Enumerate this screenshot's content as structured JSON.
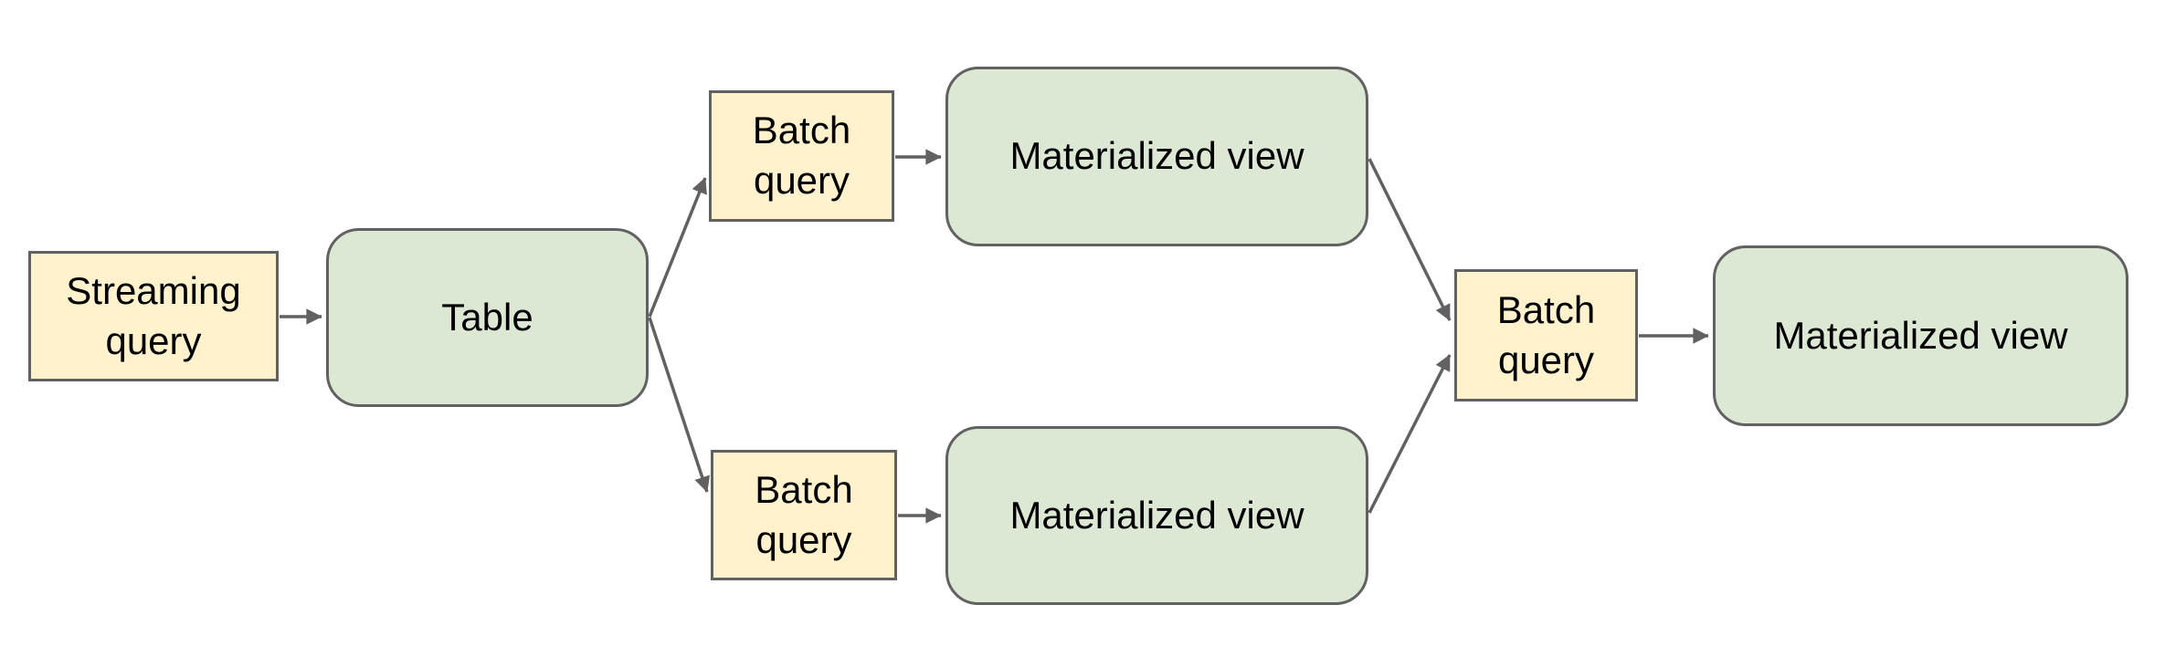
{
  "diagram": {
    "background_color": "#ffffff",
    "colors": {
      "query_node_fill": "#fff2cc",
      "view_node_fill": "#dce8d4",
      "node_border": "#616161",
      "arrow": "#616161",
      "text": "#000000"
    },
    "nodes": [
      {
        "id": "streaming-query",
        "label": "Streaming query",
        "shape": "rectangle",
        "style": "query"
      },
      {
        "id": "table",
        "label": "Table",
        "shape": "rounded-rectangle",
        "style": "view"
      },
      {
        "id": "batch-query-top",
        "label": "Batch query",
        "shape": "rectangle",
        "style": "query"
      },
      {
        "id": "materialized-view-top",
        "label": "Materialized view",
        "shape": "rounded-rectangle",
        "style": "view"
      },
      {
        "id": "batch-query-bottom",
        "label": "Batch query",
        "shape": "rectangle",
        "style": "query"
      },
      {
        "id": "materialized-view-bottom",
        "label": "Materialized view",
        "shape": "rounded-rectangle",
        "style": "view"
      },
      {
        "id": "batch-query-merge",
        "label": "Batch query",
        "shape": "rectangle",
        "style": "query"
      },
      {
        "id": "materialized-view-final",
        "label": "Materialized view",
        "shape": "rounded-rectangle",
        "style": "view"
      }
    ],
    "edges": [
      {
        "from": "streaming-query",
        "to": "table"
      },
      {
        "from": "table",
        "to": "batch-query-top"
      },
      {
        "from": "table",
        "to": "batch-query-bottom"
      },
      {
        "from": "batch-query-top",
        "to": "materialized-view-top"
      },
      {
        "from": "batch-query-bottom",
        "to": "materialized-view-bottom"
      },
      {
        "from": "materialized-view-top",
        "to": "batch-query-merge"
      },
      {
        "from": "materialized-view-bottom",
        "to": "batch-query-merge"
      },
      {
        "from": "batch-query-merge",
        "to": "materialized-view-final"
      }
    ]
  }
}
